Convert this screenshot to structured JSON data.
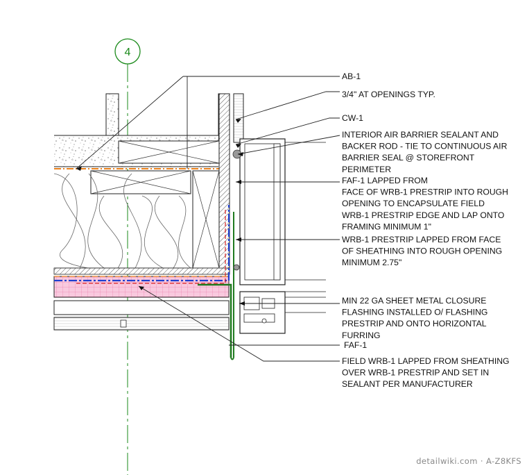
{
  "grid_bubble": {
    "label": "4"
  },
  "callouts": [
    {
      "id": "ab1",
      "lines": [
        "AB-1"
      ]
    },
    {
      "id": "openings",
      "lines": [
        "3/4\" AT OPENINGS TYP."
      ]
    },
    {
      "id": "cw1",
      "lines": [
        "CW-1"
      ]
    },
    {
      "id": "sealant",
      "lines": [
        "INTERIOR AIR BARRIER SEALANT AND",
        "BACKER ROD - TIE TO CONTINUOUS AIR",
        "BARRIER SEAL @ STOREFRONT",
        "PERIMETER"
      ]
    },
    {
      "id": "faf1-lapped",
      "lines": [
        "FAF-1 LAPPED FROM",
        "FACE OF WRB-1  PRESTRIP INTO ROUGH",
        "OPENING TO ENCAPSULATE FIELD",
        "WRB-1  PRESTRIP EDGE AND LAP ONTO",
        "FRAMING MINIMUM 1\""
      ]
    },
    {
      "id": "wrb1-prestrip",
      "lines": [
        "WRB-1  PRESTRIP LAPPED FROM FACE",
        "OF SHEATHING INTO ROUGH OPENING",
        "MINIMUM 2.75\""
      ]
    },
    {
      "id": "closure",
      "lines": [
        "MIN 22 GA SHEET METAL CLOSURE",
        "FLASHING INSTALLED O/ FLASHING",
        "PRESTRIP AND ONTO HORIZONTAL",
        "FURRING"
      ]
    },
    {
      "id": "faf1",
      "lines": [
        "FAF-1"
      ]
    },
    {
      "id": "field-wrb1",
      "lines": [
        "FIELD WRB-1  LAPPED FROM SHEATHING",
        "OVER WRB-1  PRESTRIP AND SET IN",
        "SEALANT PER MANUFACTURER"
      ]
    }
  ],
  "credit": "detailwiki.com · A-Z8KFS",
  "colors": {
    "ink": "#111111",
    "grid_line": "#1a8a1a",
    "air_barrier": "#e8801a",
    "wrb": "#1f3fd0",
    "flashing": "#1f7a1f",
    "membrane_red": "#d81e1e",
    "insulation_board": "#f9c9de",
    "board_grid": "#e0609a"
  }
}
